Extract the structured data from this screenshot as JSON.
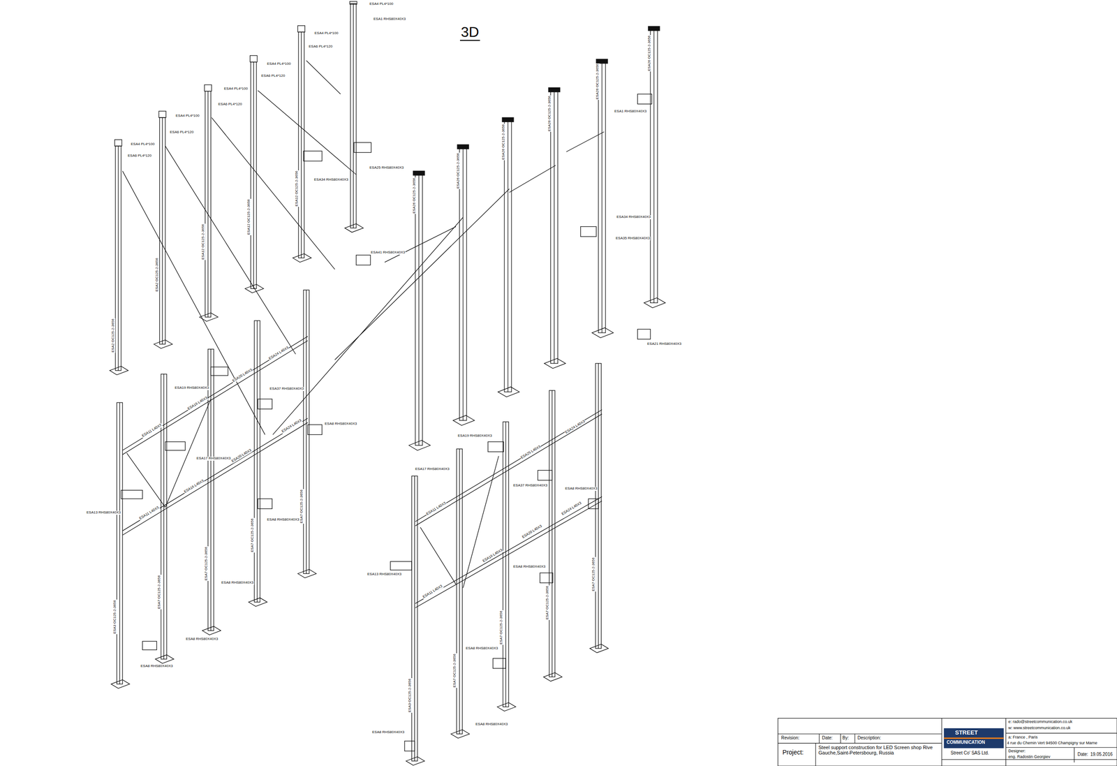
{
  "diagram": {
    "title": "3D",
    "labels": [
      "ESA4 PL4*100",
      "ESA1 RHS80X40X3",
      "ESA4 PL4*100",
      "ESA6 PL4*120",
      "ESA4 PL4*100",
      "ESA6 PL4*120",
      "ESA4 PL4*100",
      "ESA6 PL4*120",
      "ESA4 PL4*100",
      "ESA6 PL4*120",
      "ESA4 PL4*100",
      "ESA6 PL4*120",
      "ESA25 RHS80X40X3",
      "ESA34 RHS80X40X3",
      "ESA1 RHS80X40X3",
      "ESA34 RHS80X40X3",
      "ESA35 RHS80X40X3",
      "ESA41 RHS80X40X3",
      "ESA21 RHS80X40X3",
      "ESA19 RHS80X40X3",
      "ESA37 RHS80X40X3",
      "ESA8 RHS80X40X3",
      "ESA17 RHS80X40X3",
      "ESA13 RHS80X40X3",
      "ESA8 RHS80X40X3",
      "ESA8 RHS80X40X3",
      "ESA8 RHS80X40X3",
      "ESA8 RHS80X40X3",
      "ESA19 RHS80X40X3",
      "ESA17 RHS80X40X3",
      "ESA37 RHS80X40X3",
      "ESA8 RHS80X40X3",
      "ESA13 RHS80X40X3",
      "ESA8 RHS80X40X3",
      "ESA8 RHS80X40X3",
      "ESA8 RHS80X40X3",
      "ESA8 RHS80X40X3",
      "ESA2 OC125-2-3656",
      "ESA2 OC125-2-3656",
      "ESA12 OC125-2-3656",
      "ESA12 OC125-2-3656",
      "ESA12 OC125-2-3656",
      "ESA26 OC125-2-3656",
      "ESA26 OC125-2-3656",
      "ESA26 OC125-2-3656",
      "ESA26 OC125-2-3656",
      "ESA26 OC125-2-3656",
      "ESA26 OC125-2-3656",
      "ESA3 OC125-2-3656",
      "ESA7 OC125-2-3656",
      "ESA7 OC125-2-3656",
      "ESA7 OC125-2-3656",
      "ESA7 OC125-2-3656",
      "ESA3 OC125-2-3656",
      "ESA7 OC125-2-3656",
      "ESA7 OC125-2-3656",
      "ESA7 OC125-2-3656",
      "ESA7 OC125-2-3656",
      "ESA11 L40X3",
      "ESA16 L40X3",
      "ESA20 L40X3",
      "ESA24 L40X3",
      "ESA11 L40X3",
      "ESA16 L40X3",
      "ESA20 L40X3",
      "ESA24 L40X3",
      "ESA11 L40X3",
      "ESA25 L40X3",
      "ESA24 L40X3",
      "ESA11 L40X3",
      "ESA16 L40X3",
      "ESA20 L40X3",
      "ESA24 L40X3",
      "Revision:",
      "Date:",
      "By:",
      "Description:",
      "Project:",
      "Steel support construction for LED Screen shop Rive Gauche,Saint-Petersbourg, Russia",
      "STREET",
      "COMMUNICATION",
      "Street Co' SAS Ltd.",
      "e: rado@streetcommunication.co.uk",
      "w: www.streetcommunication.co.uk",
      "a: France , Paris",
      "4 rue du Chemin Vert 94500 Champigny sur Marne",
      "Designer:",
      "eng. Radostin Georgiev",
      "Date:",
      "19.05.2016"
    ]
  }
}
